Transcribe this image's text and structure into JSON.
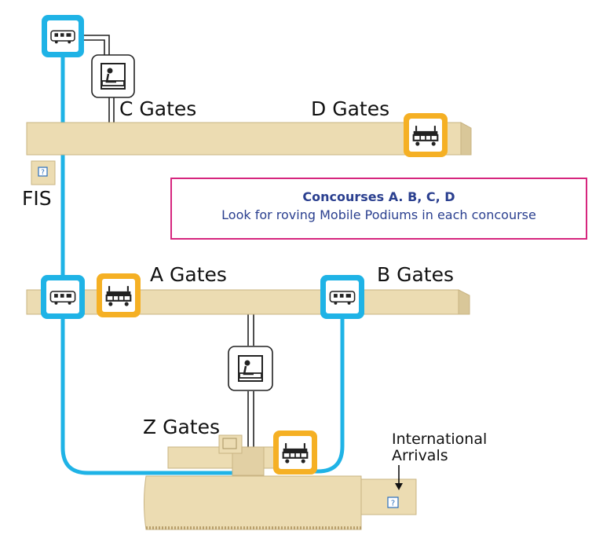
{
  "labels": {
    "c_gates": "C Gates",
    "d_gates": "D Gates",
    "a_gates": "A Gates",
    "b_gates": "B Gates",
    "z_gates": "Z Gates",
    "fis": "FIS",
    "international_line1": "International",
    "international_line2": "Arrivals"
  },
  "info_box": {
    "title": "Concourses A. B, C, D",
    "subtitle": "Look for roving Mobile Podiums in each concourse"
  },
  "colors": {
    "concourse_fill": "#ecdcb2",
    "concourse_edge": "#c9b483",
    "train_line": "#1fb3e6",
    "mobile_podium": "#f5b024",
    "info_border": "#d6267e",
    "info_text": "#2a3f8f"
  },
  "icons": {
    "train": "train-icon",
    "mobile_podium": "mobile-podium-icon",
    "passport_control": "passport-control-icon",
    "information": "information-icon"
  }
}
